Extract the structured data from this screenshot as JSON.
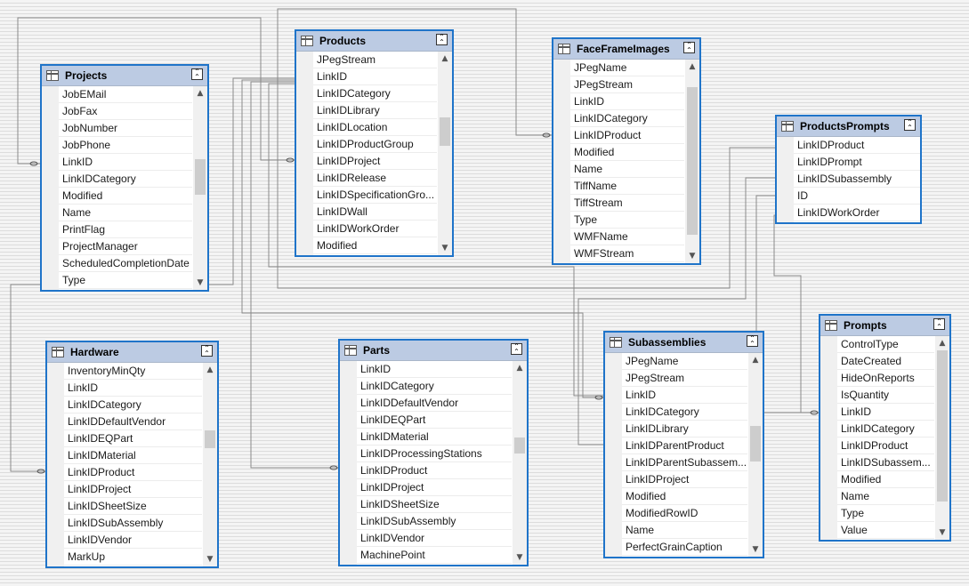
{
  "diagram": {
    "tables": [
      {
        "id": "projects",
        "title": "Projects",
        "columns": [
          "JobEMail",
          "JobFax",
          "JobNumber",
          "JobPhone",
          "LinkID",
          "LinkIDCategory",
          "Modified",
          "Name",
          "PrintFlag",
          "ProjectManager",
          "ScheduledCompletionDate",
          "Type"
        ]
      },
      {
        "id": "products",
        "title": "Products",
        "columns": [
          "JPegStream",
          "LinkID",
          "LinkIDCategory",
          "LinkIDLibrary",
          "LinkIDLocation",
          "LinkIDProductGroup",
          "LinkIDProject",
          "LinkIDRelease",
          "LinkIDSpecificationGro...",
          "LinkIDWall",
          "LinkIDWorkOrder",
          "Modified"
        ]
      },
      {
        "id": "faceframeimages",
        "title": "FaceFrameImages",
        "columns": [
          "JPegName",
          "JPegStream",
          "LinkID",
          "LinkIDCategory",
          "LinkIDProduct",
          "Modified",
          "Name",
          "TiffName",
          "TiffStream",
          "Type",
          "WMFName",
          "WMFStream"
        ]
      },
      {
        "id": "productsprompts",
        "title": "ProductsPrompts",
        "columns": [
          "LinkIDProduct",
          "LinkIDPrompt",
          "LinkIDSubassembly",
          "ID",
          "LinkIDWorkOrder"
        ]
      },
      {
        "id": "hardware",
        "title": "Hardware",
        "columns": [
          "InventoryMinQty",
          "LinkID",
          "LinkIDCategory",
          "LinkIDDefaultVendor",
          "LinkIDEQPart",
          "LinkIDMaterial",
          "LinkIDProduct",
          "LinkIDProject",
          "LinkIDSheetSize",
          "LinkIDSubAssembly",
          "LinkIDVendor",
          "MarkUp"
        ]
      },
      {
        "id": "parts",
        "title": "Parts",
        "columns": [
          "LinkID",
          "LinkIDCategory",
          "LinkIDDefaultVendor",
          "LinkIDEQPart",
          "LinkIDMaterial",
          "LinkIDProcessingStations",
          "LinkIDProduct",
          "LinkIDProject",
          "LinkIDSheetSize",
          "LinkIDSubAssembly",
          "LinkIDVendor",
          "MachinePoint"
        ]
      },
      {
        "id": "subassemblies",
        "title": "Subassemblies",
        "columns": [
          "JPegName",
          "JPegStream",
          "LinkID",
          "LinkIDCategory",
          "LinkIDLibrary",
          "LinkIDParentProduct",
          "LinkIDParentSubassem...",
          "LinkIDProject",
          "Modified",
          "ModifiedRowID",
          "Name",
          "PerfectGrainCaption"
        ]
      },
      {
        "id": "prompts",
        "title": "Prompts",
        "columns": [
          "ControlType",
          "DateCreated",
          "HideOnReports",
          "IsQuantity",
          "LinkID",
          "LinkIDCategory",
          "LinkIDProduct",
          "LinkIDSubassem...",
          "Modified",
          "Name",
          "Type",
          "Value"
        ]
      }
    ]
  },
  "icons": {
    "table": "table-icon",
    "collapse": "collapse-chevrons-icon",
    "scroll_up": "scroll-up-arrow-icon",
    "scroll_down": "scroll-down-arrow-icon"
  },
  "colors": {
    "window_border": "#1f74c9",
    "header_bg": "#bccbe3",
    "relationship_line": "#8a8a8a"
  }
}
